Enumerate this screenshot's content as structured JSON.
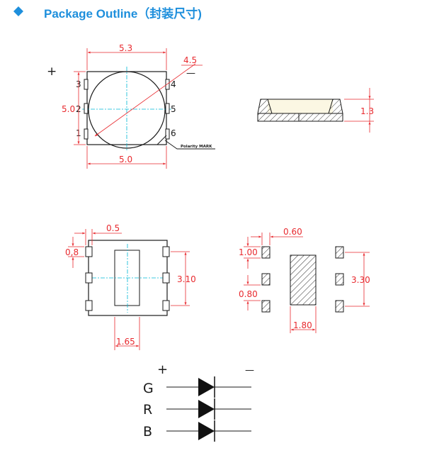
{
  "header": {
    "title": "Package Outline（封装尺寸)",
    "accent": "#1e8fdc"
  },
  "colors": {
    "dimension": "#e8292e",
    "centerline": "#00b7d6",
    "outline": "#1a1a1a"
  },
  "top_view": {
    "width_label": "5.3",
    "diameter_label": "4.5",
    "height_label": "5.0",
    "bottom_width_label": "5.0",
    "plus": "+",
    "minus": "—",
    "pins": [
      "1",
      "2",
      "3",
      "4",
      "5",
      "6"
    ],
    "polarity_label": "Polarity MARK"
  },
  "side_view": {
    "height_label": "1.3"
  },
  "bottom_view": {
    "pad_width_label": "0.5",
    "pad_height_label": "0,8",
    "pitch_label": "3.10",
    "center_width_label": "1.65"
  },
  "footprint": {
    "pad_width_label": "0.60",
    "pad_height_label": "1.00",
    "gap_label": "0.80",
    "span_label": "3.30",
    "center_width_label": "1.80"
  },
  "schematic": {
    "plus": "+",
    "minus": "—",
    "channels": [
      "G",
      "R",
      "B"
    ]
  }
}
